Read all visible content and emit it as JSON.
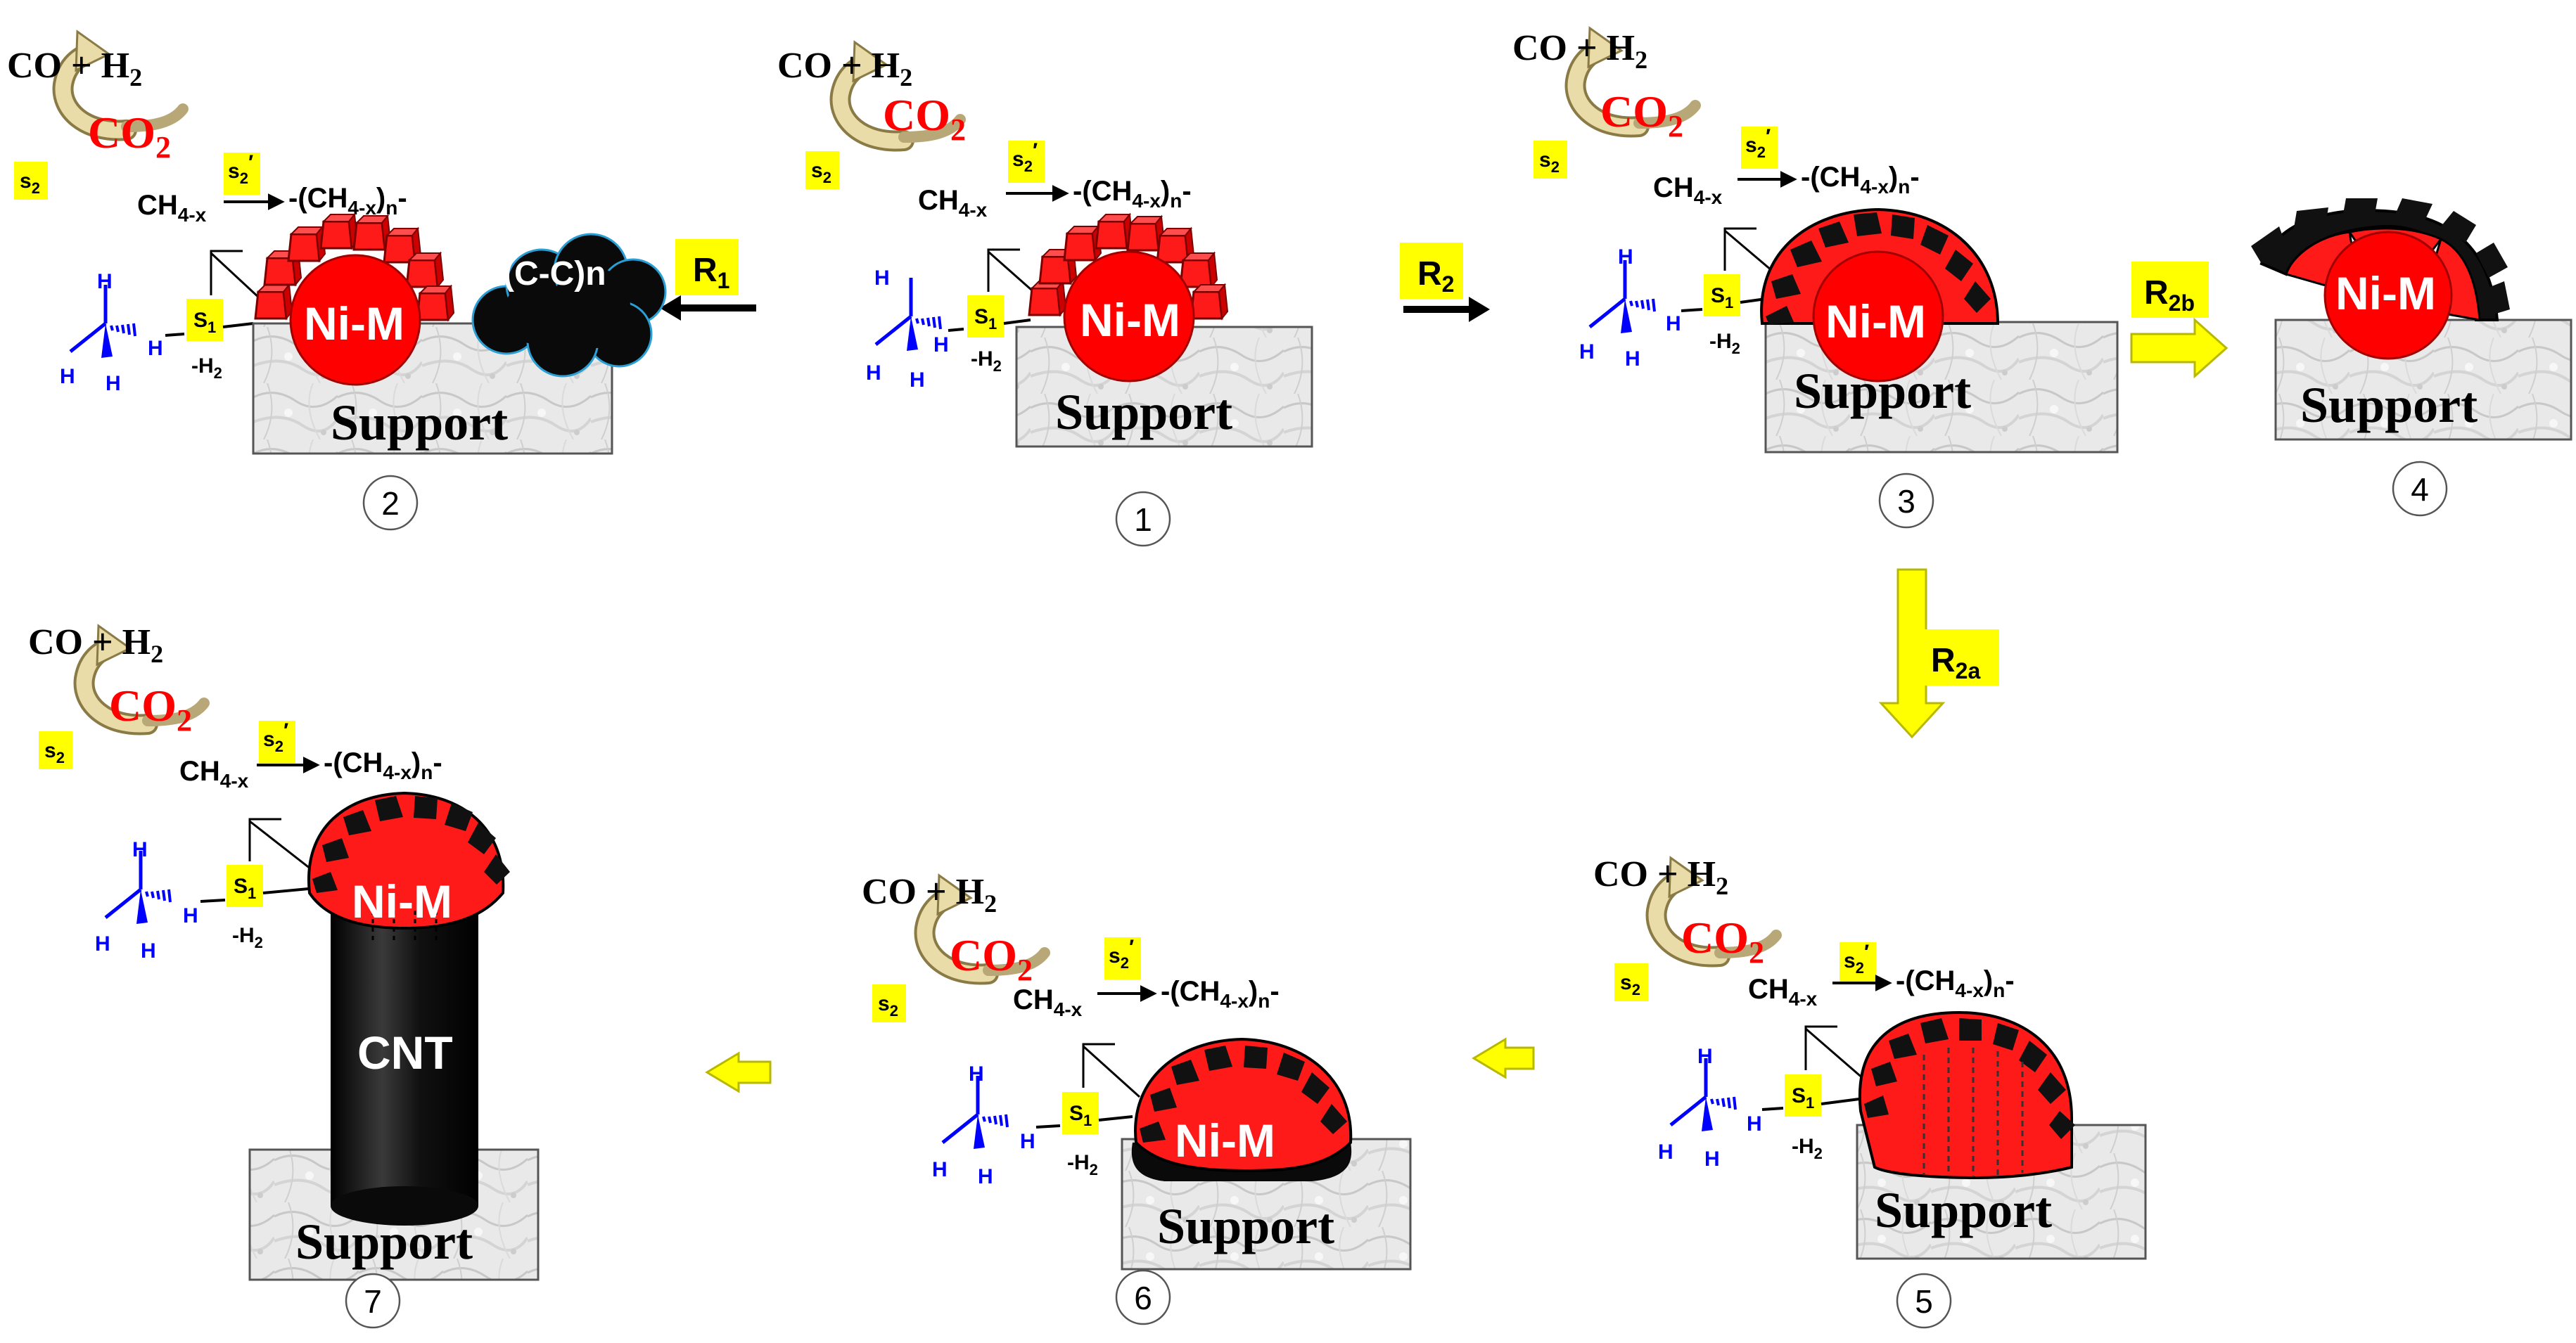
{
  "labels": {
    "syngas": "CO + H",
    "syngas_sub": "2",
    "co2": "CO",
    "co2_sub": "2",
    "s2": "s",
    "s2_sub": "2",
    "s2p": "s",
    "s2p_sub": "2",
    "s2p_prime": "′",
    "ch4x": "CH",
    "ch4x_sub": "4-x",
    "poly_a": "-(CH",
    "poly_sub": "4-x",
    "poly_b": ")",
    "poly_n": "n",
    "poly_c": "-",
    "s1": "S",
    "s1_sub": "1",
    "h2": "-H",
    "h2_sub": "2",
    "h": "H",
    "nim": "Ni-M",
    "support": "Support",
    "cc": "(C-C)n",
    "cnt": "CNT"
  },
  "reactions": {
    "r1": "R",
    "r1_sub": "1",
    "r2": "R",
    "r2_sub": "2",
    "r2a": "R",
    "r2a_sub": "2a",
    "r2b": "R",
    "r2b_sub": "2b"
  },
  "steps": [
    "1",
    "2",
    "3",
    "4",
    "5",
    "6",
    "7"
  ],
  "colors": {
    "particle": "#ff0000",
    "carbon": "#111111",
    "highlight": "#ffff00",
    "methane": "#0000ff",
    "arrow_tan": "#d8c98e"
  }
}
